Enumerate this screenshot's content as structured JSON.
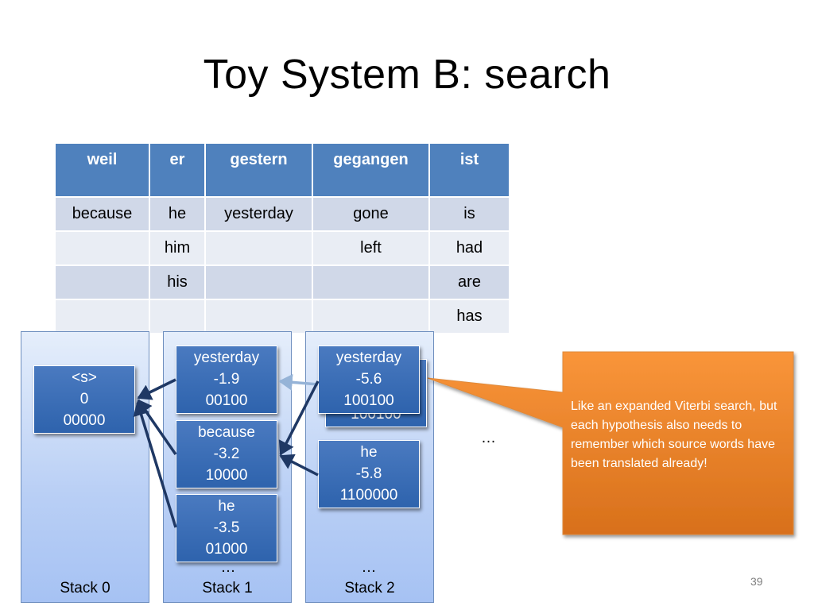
{
  "title": "Toy System B: search",
  "table": {
    "headers": [
      "weil",
      "er",
      "gestern",
      "gegangen",
      "ist"
    ],
    "rows": [
      [
        "because",
        "he",
        "yesterday",
        "gone",
        "is"
      ],
      [
        "",
        "him",
        "",
        "left",
        "had"
      ],
      [
        "",
        "his",
        "",
        "",
        "are"
      ],
      [
        "",
        "",
        "",
        "",
        "has"
      ]
    ]
  },
  "stacks": {
    "stack0": {
      "label": "Stack 0"
    },
    "stack1": {
      "label": "Stack 1",
      "more": "…"
    },
    "stack2": {
      "label": "Stack 2",
      "more": "…"
    }
  },
  "hypotheses": {
    "s0": {
      "word": "<s>",
      "score": "0",
      "coverage": "00000"
    },
    "s1a": {
      "word": "yesterday",
      "score": "-1.9",
      "coverage": "00100"
    },
    "s1b": {
      "word": "because",
      "score": "-3.2",
      "coverage": "10000"
    },
    "s1c": {
      "word": "he",
      "score": "-3.5",
      "coverage": "01000"
    },
    "s2a": {
      "word": "yesterday",
      "score": "-5.6",
      "coverage": "100100"
    },
    "s2a_back": {
      "coverage": "100100"
    },
    "s2b": {
      "word": "he",
      "score": "-5.8",
      "coverage": "1100000"
    }
  },
  "more_stacks": "…",
  "callout": {
    "text": "Like an expanded Viterbi search, but each hypothesis also needs to remember which source words have been translated already!"
  },
  "slide_number": "39",
  "colors": {
    "header_blue": "#4f81bd",
    "hypothesis_blue": "#2e63ad",
    "arrow_navy": "#1f3864",
    "arrow_light": "#95b3d7",
    "callout_orange": "#f08a24"
  }
}
